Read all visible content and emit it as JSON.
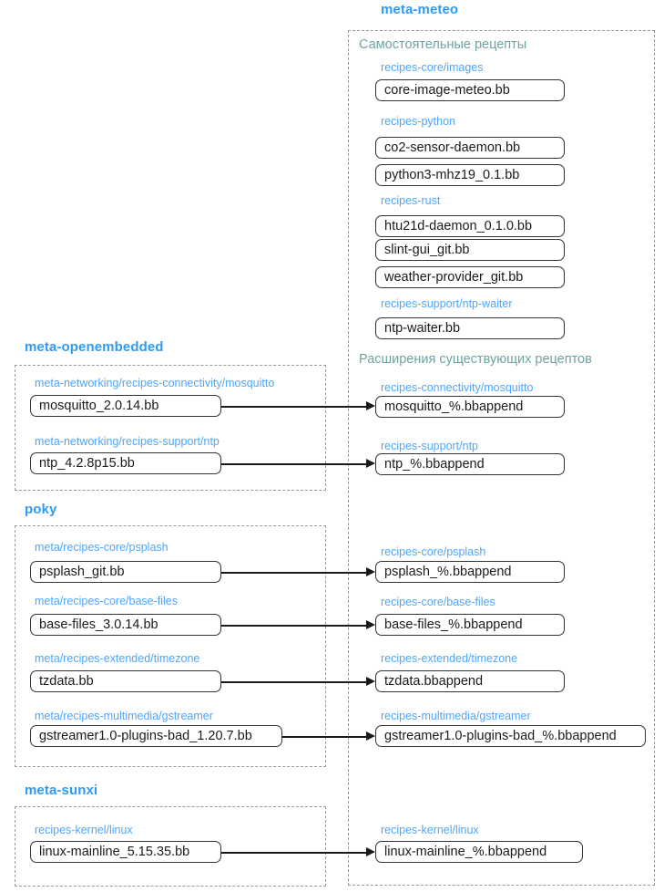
{
  "diagram": {
    "title_color": "#2e9bf5",
    "caption_color": "#6fa3a1",
    "path_color": "#4da6ff",
    "box_border_color": "#333333",
    "container_border_color": "#9a9a9a",
    "arrow_color": "#1a1a1a"
  },
  "layers": {
    "meta_meteo": {
      "title": "meta-meteo",
      "sections": {
        "standalone": {
          "caption": "Самостоятельные рецепты",
          "groups": [
            {
              "path": "recipes-core/images",
              "recipes": [
                "core-image-meteo.bb"
              ]
            },
            {
              "path": "recipes-python",
              "recipes": [
                "co2-sensor-daemon.bb",
                "python3-mhz19_0.1.bb"
              ]
            },
            {
              "path": "recipes-rust",
              "recipes": [
                "htu21d-daemon_0.1.0.bb",
                "slint-gui_git.bb",
                "weather-provider_git.bb"
              ]
            },
            {
              "path": "recipes-support/ntp-waiter",
              "recipes": [
                "ntp-waiter.bb"
              ]
            }
          ]
        },
        "extensions": {
          "caption": "Расширения существующих рецептов",
          "groups": [
            {
              "path": "recipes-connectivity/mosquitto",
              "recipes": [
                "mosquitto_%.bbappend"
              ]
            },
            {
              "path": "recipes-support/ntp",
              "recipes": [
                "ntp_%.bbappend"
              ]
            },
            {
              "path": "recipes-core/psplash",
              "recipes": [
                "psplash_%.bbappend"
              ]
            },
            {
              "path": "recipes-core/base-files",
              "recipes": [
                "base-files_%.bbappend"
              ]
            },
            {
              "path": "recipes-extended/timezone",
              "recipes": [
                "tzdata.bbappend"
              ]
            },
            {
              "path": "recipes-multimedia/gstreamer",
              "recipes": [
                "gstreamer1.0-plugins-bad_%.bbappend"
              ]
            },
            {
              "path": "recipes-kernel/linux",
              "recipes": [
                "linux-mainline_%.bbappend"
              ]
            }
          ]
        }
      }
    },
    "meta_openembedded": {
      "title": "meta-openembedded",
      "groups": [
        {
          "path": "meta-networking/recipes-connectivity/mosquitto",
          "recipes": [
            "mosquitto_2.0.14.bb"
          ]
        },
        {
          "path": "meta-networking/recipes-support/ntp",
          "recipes": [
            "ntp_4.2.8p15.bb"
          ]
        }
      ]
    },
    "poky": {
      "title": "poky",
      "groups": [
        {
          "path": "meta/recipes-core/psplash",
          "recipes": [
            "psplash_git.bb"
          ]
        },
        {
          "path": "meta/recipes-core/base-files",
          "recipes": [
            "base-files_3.0.14.bb"
          ]
        },
        {
          "path": "meta/recipes-extended/timezone",
          "recipes": [
            "tzdata.bb"
          ]
        },
        {
          "path": "meta/recipes-multimedia/gstreamer",
          "recipes": [
            "gstreamer1.0-plugins-bad_1.20.7.bb"
          ]
        }
      ]
    },
    "meta_sunxi": {
      "title": "meta-sunxi",
      "groups": [
        {
          "path": "recipes-kernel/linux",
          "recipes": [
            "linux-mainline_5.15.35.bb"
          ]
        }
      ]
    }
  }
}
